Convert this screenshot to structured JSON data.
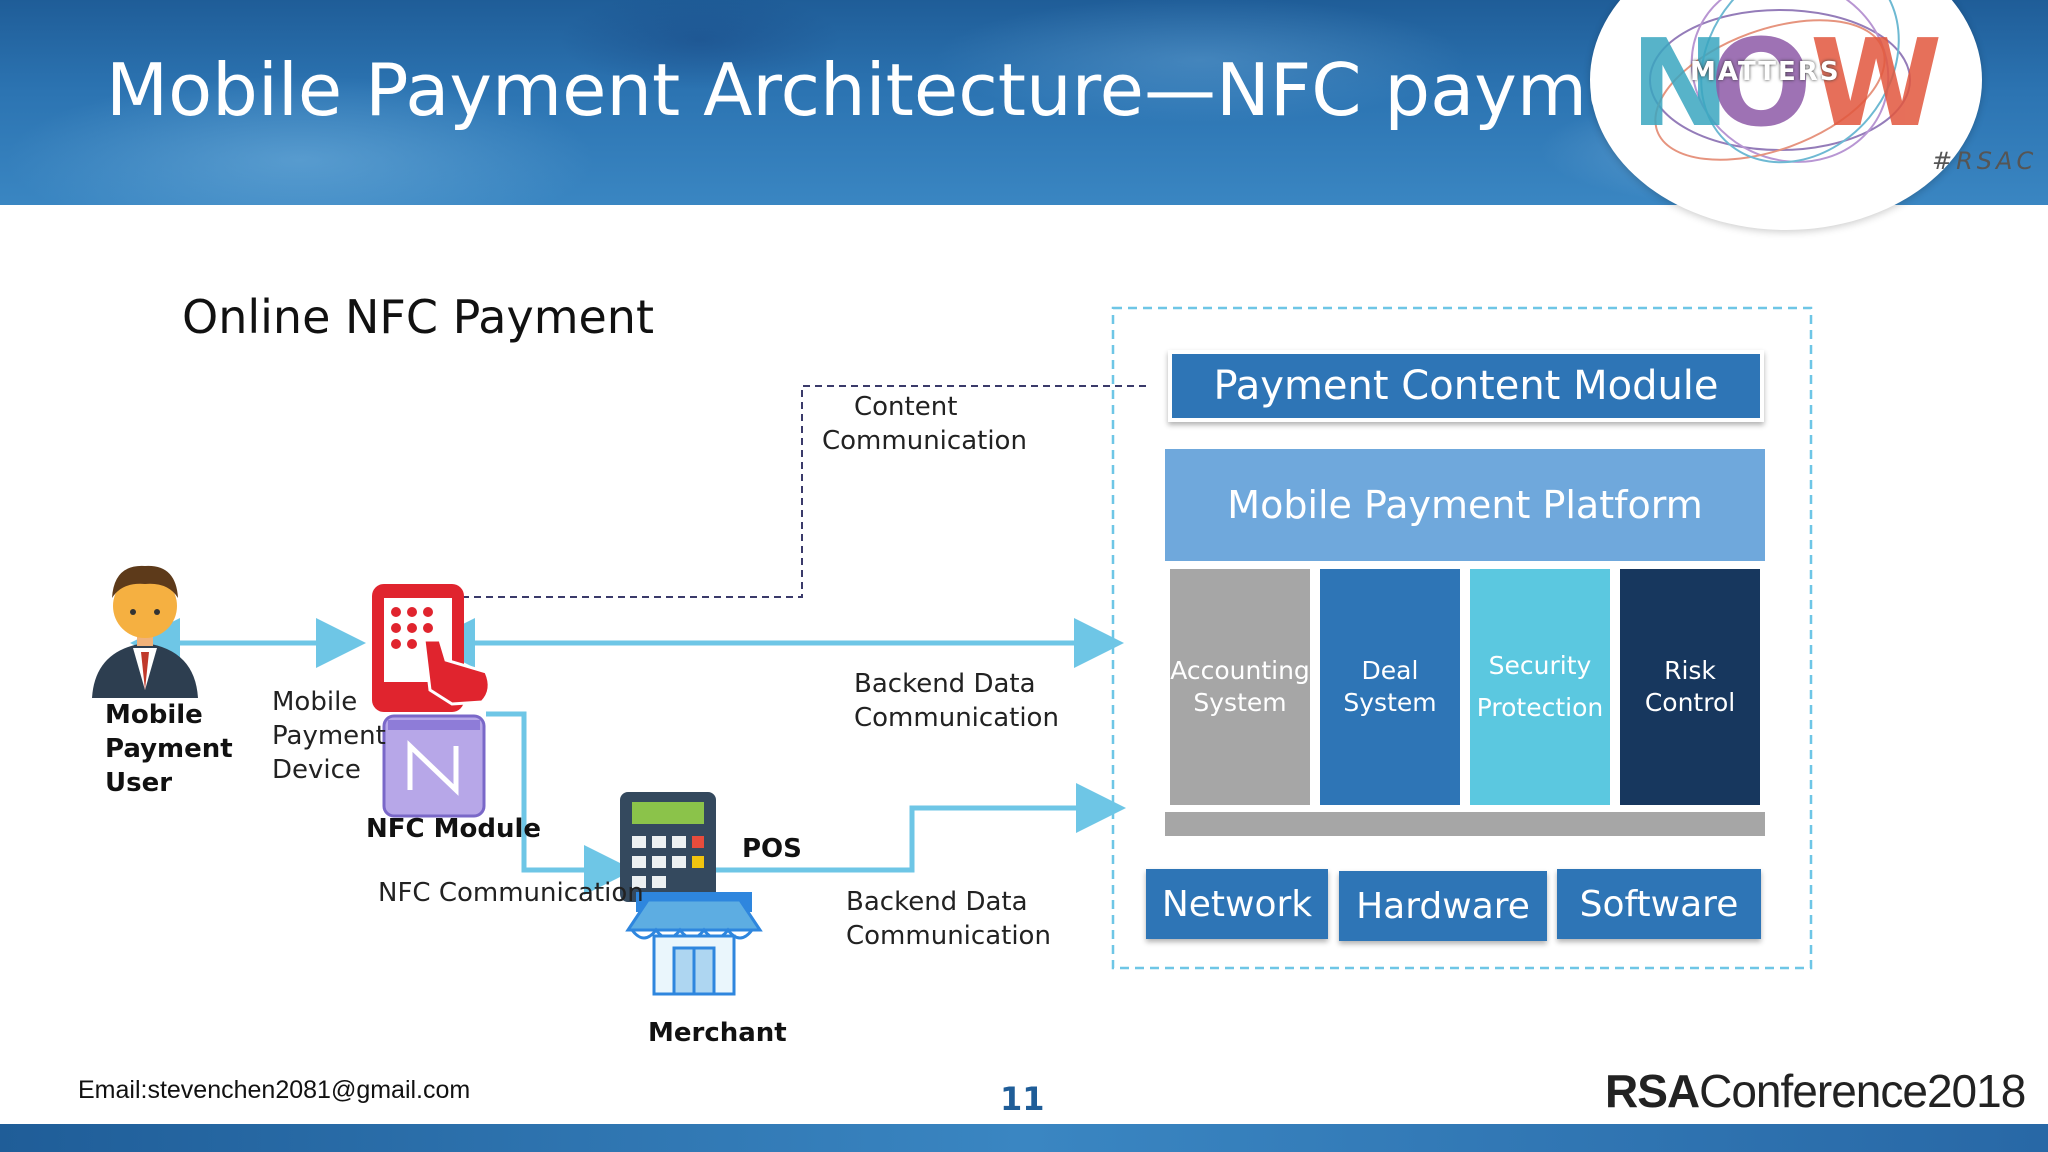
{
  "header": {
    "title": "Mobile Payment Architecture—NFC payment",
    "badge_word": "MATTERS",
    "hashtag": "#RSAC"
  },
  "diagram": {
    "subtitle": "Online NFC Payment",
    "user_label": [
      "Mobile",
      "Payment",
      "User"
    ],
    "device_label": [
      "Mobile",
      "Payment",
      "Device"
    ],
    "nfc_module_label": "NFC Module",
    "nfc_communication_label": "NFC Communication",
    "pos_label": "POS",
    "merchant_label": "Merchant",
    "content_communication": [
      "Content",
      "Communication"
    ],
    "backend_top": [
      "Backend Data",
      "Communication"
    ],
    "backend_bottom": [
      "Backend Data",
      "Communication"
    ],
    "payment_content_module": "Payment Content Module",
    "mobile_payment_platform": "Mobile Payment Platform",
    "modules": [
      {
        "label": [
          "Accounting",
          "System"
        ],
        "color": "#a6a6a6"
      },
      {
        "label": [
          "Deal",
          "System"
        ],
        "color": "#2e75b6"
      },
      {
        "label": [
          "Security",
          "Protection"
        ],
        "color": "#5bc8e0"
      },
      {
        "label": [
          "Risk",
          "Control"
        ],
        "color": "#17375e"
      }
    ],
    "infrastructure": [
      "Network",
      "Hardware",
      "Software"
    ]
  },
  "footer": {
    "email": "Email:stevenchen2081@gmail.com",
    "page_number": "11",
    "brand_bold": "RSA",
    "brand_rest": "Conference2018"
  },
  "colors": {
    "arrow": "#6ec6e6",
    "header_blue": "#2c74b2",
    "box_blue": "#2e75b6",
    "platform_light": "#6fa8dc",
    "nfc_red": "#e0242e"
  }
}
